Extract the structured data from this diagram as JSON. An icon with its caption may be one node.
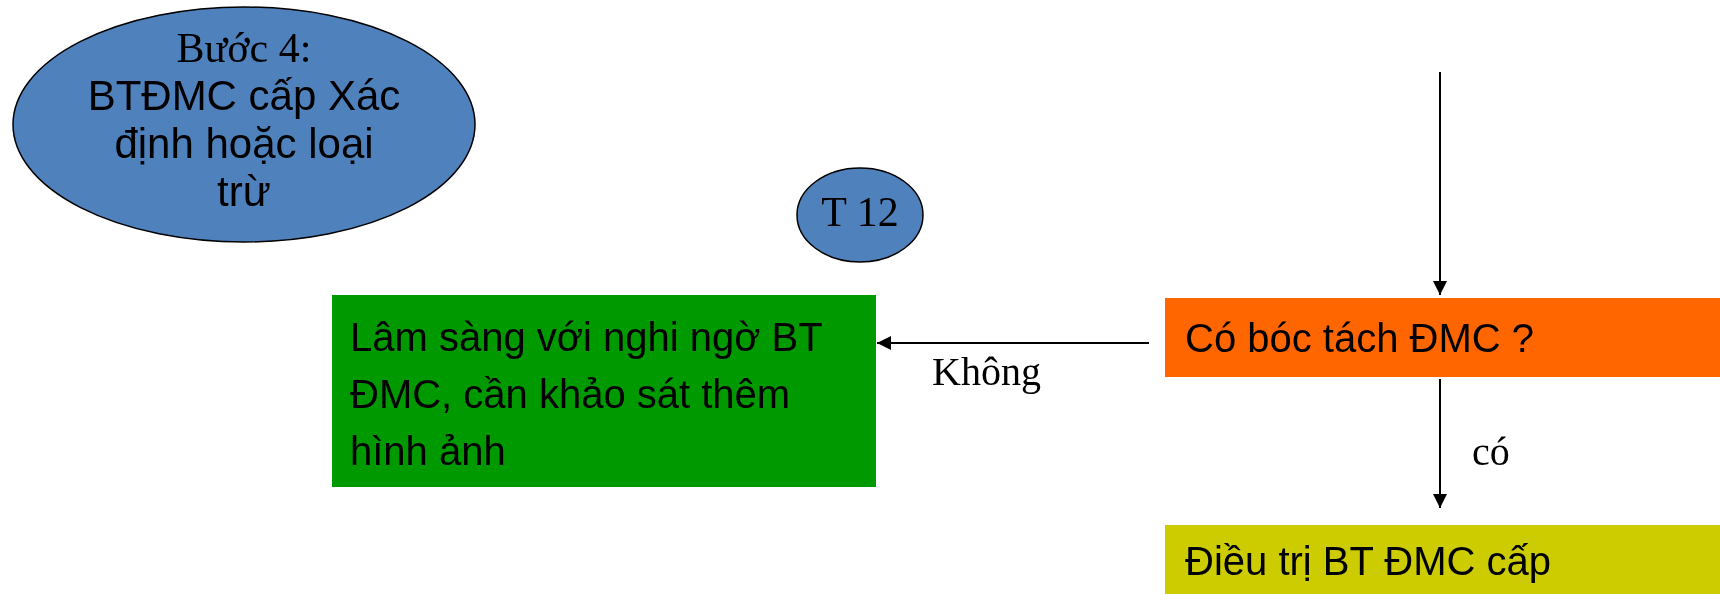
{
  "diagram": {
    "nodes": [
      {
        "text": [
          "Bước 4:",
          "BTĐMC cấp Xác định hoặc loại trừ"
        ]
      },
      {
        "text": [
          "T 12"
        ]
      },
      {
        "text": [
          "Lâm sàng với nghi ngờ BT ĐMC, cần khảo sát thêm hình ảnh"
        ]
      },
      {
        "text": [
          "Có bóc tách ĐMC ?"
        ]
      },
      {
        "text": [
          "Điều trị BT ĐMC cấp"
        ]
      }
    ],
    "edges": [
      {
        "from": null,
        "to": 3,
        "arrow": "to"
      },
      {
        "from": 3,
        "to": 2,
        "arrow": "to",
        "label": "Không"
      },
      {
        "from": 3,
        "to": 4,
        "arrow": "to",
        "label": "có"
      }
    ]
  }
}
